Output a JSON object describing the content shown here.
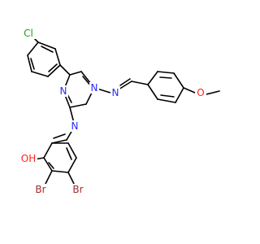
{
  "molecule": {
    "atoms": {
      "cl": {
        "text": "Cl",
        "color": "#1fa01f"
      },
      "n_imine_top": {
        "text": "N",
        "color": "#2a2aff"
      },
      "n_ring1": {
        "text": "N",
        "color": "#2a2aff"
      },
      "n_ring3": {
        "text": "N",
        "color": "#2a2aff"
      },
      "n_imine_bottom": {
        "text": "N",
        "color": "#2a2aff"
      },
      "o_methoxy": {
        "text": "O",
        "color": "#ff2020"
      },
      "oh": {
        "text": "OH",
        "color": "#ff2020"
      },
      "br_left": {
        "text": "Br",
        "color": "#a52a2a"
      },
      "br_right": {
        "text": "Br",
        "color": "#a52a2a"
      }
    },
    "bond_color": "#000000",
    "n_bond_color": "#2a2aff"
  }
}
